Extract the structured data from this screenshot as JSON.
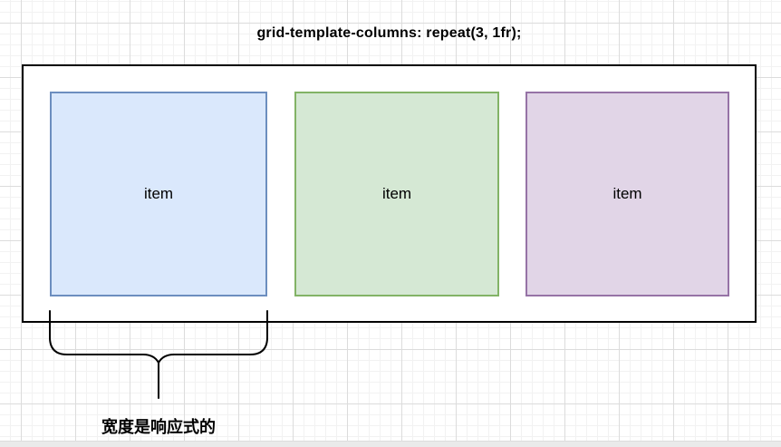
{
  "diagram": {
    "title": "grid-template-columns: repeat(3, 1fr);",
    "caption": "宽度是响应式的",
    "container": {
      "fill": "#ffffff",
      "stroke": "#000000"
    },
    "items": [
      {
        "label": "item",
        "fill": "#dae8fc",
        "stroke": "#6c8ebf"
      },
      {
        "label": "item",
        "fill": "#d5e8d4",
        "stroke": "#82b366"
      },
      {
        "label": "item",
        "fill": "#e1d5e7",
        "stroke": "#9673a6"
      }
    ],
    "brace_color": "#000000",
    "grid": {
      "minor_color": "#f2f2f2",
      "major_color": "#dcdcdc"
    }
  }
}
